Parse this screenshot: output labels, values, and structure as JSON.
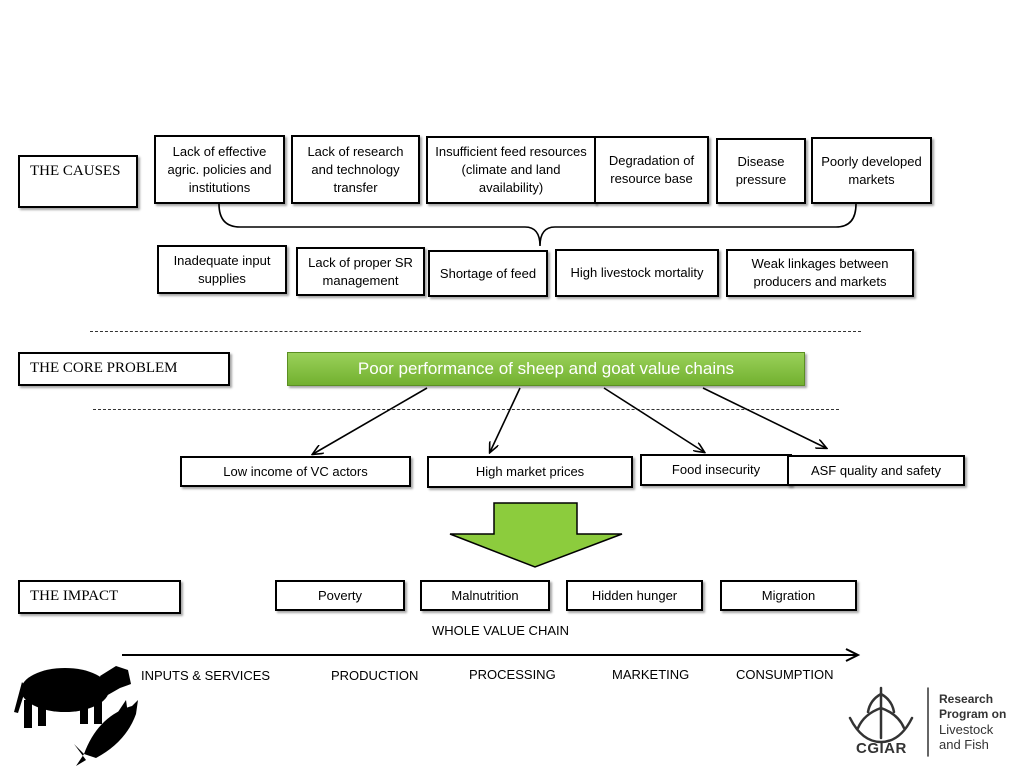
{
  "sections": {
    "causes": "THE CAUSES",
    "core": "THE CORE PROBLEM",
    "impact": "THE IMPACT"
  },
  "root_causes": [
    "Lack of effective agric. policies and institutions",
    "Lack of research and technology transfer",
    "Insufficient feed resources  (climate and land availability)",
    "Degradation of resource base",
    "Disease pressure",
    "Poorly developed markets"
  ],
  "direct_causes": [
    "Inadequate input supplies",
    "Lack of proper SR management",
    "Shortage of feed",
    "High livestock mortality",
    "Weak linkages between producers and markets"
  ],
  "core_problem": "Poor performance of sheep and goat value chains",
  "effects": [
    "Low income of VC actors",
    "High market prices",
    "Food insecurity",
    "ASF quality  and safety"
  ],
  "impacts": [
    "Poverty",
    "Malnutrition",
    "Hidden hunger",
    "Migration"
  ],
  "value_chain": {
    "title": "WHOLE VALUE CHAIN",
    "stages": [
      "INPUTS & SERVICES",
      "PRODUCTION",
      "PROCESSING",
      "MARKETING",
      "CONSUMPTION"
    ]
  },
  "logo": {
    "brand": "CGIAR",
    "program_line1": "Research",
    "program_line2": "Program on",
    "program_line3": "Livestock",
    "program_line4": "and Fish"
  },
  "colors": {
    "core_green": "#7cbb36",
    "impact_arrow_green": "#8ccc3d"
  }
}
